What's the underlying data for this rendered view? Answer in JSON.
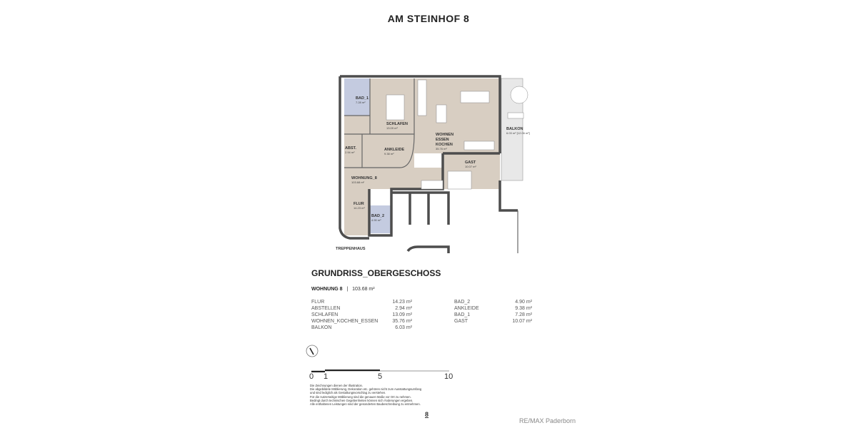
{
  "title": "AM STEINHOF 8",
  "plan": {
    "rooms": [
      {
        "name": "BAD_1",
        "area": "7.28 m²"
      },
      {
        "name": "SCHLAFEN",
        "area": "13.09 m²"
      },
      {
        "name": "WOHNEN",
        "name2": "ESSEN",
        "name3": "KOCHEN",
        "area": "35.76 m²"
      },
      {
        "name": "BALKON",
        "area": "6.03 m² [12.06 m²]"
      },
      {
        "name": "ABST.",
        "area": "2.94 m²"
      },
      {
        "name": "ANKLEIDE",
        "area": "9.38 m²"
      },
      {
        "name": "GAST",
        "area": "10.07 m²"
      },
      {
        "name": "WOHNUNG_8",
        "area": "103.68 m²"
      },
      {
        "name": "FLUR",
        "area": "14.23 m²"
      },
      {
        "name": "BAD_2",
        "area": "4.90 m²"
      }
    ],
    "stair_label": "TREPPENHAUS",
    "colors": {
      "floor": "#d8cec2",
      "bath": "#c4cbe0",
      "wall": "#4d4d4d"
    }
  },
  "subtitle": "GRUNDRISS_OBERGESCHOSS",
  "unit": {
    "name": "WOHNUNG 8",
    "sep": "|",
    "area": "103.68 m²"
  },
  "table_left": [
    {
      "label": "FLUR",
      "value": "14.23 m²"
    },
    {
      "label": "ABSTELLEN",
      "value": "2.94 m²"
    },
    {
      "label": "SCHLAFEN",
      "value": "13.09 m²"
    },
    {
      "label": "WOHNEN_KOCHEN_ESSEN",
      "value": "35.76 m²"
    },
    {
      "label": "BALKON",
      "value": "6.03 m²"
    }
  ],
  "table_right": [
    {
      "label": "BAD_2",
      "value": "4.90 m²"
    },
    {
      "label": "ANKLEIDE",
      "value": "9.38 m²"
    },
    {
      "label": "BAD_1",
      "value": "7.28 m²"
    },
    {
      "label": "GAST",
      "value": "10.07 m²"
    }
  ],
  "compass_icon": "north-arrow-icon",
  "scale": {
    "ticks": [
      "0",
      "1",
      "5",
      "10"
    ]
  },
  "disclaimer": [
    "Die Zeichnungen dienen der Illustration.",
    "Die abgebildete Möblierung, Dekoration etc. gehören nicht zum Ausstattungsumfang",
    "und sind lediglich als Gestaltungsvorschlag zu verstehen.",
    "Für die nutzerseitige Möblierung sind die genauen Maße vor Ort zu nehmen.",
    "Bedingt durch technischen Gegebenheiten können sich Änderungen ergeben.",
    "Alle enthaltenen Leistungen sind der gesonderten Baubeschreibung zu entnehmen."
  ],
  "page_number": "8",
  "brand": "RE/MAX Paderborn"
}
